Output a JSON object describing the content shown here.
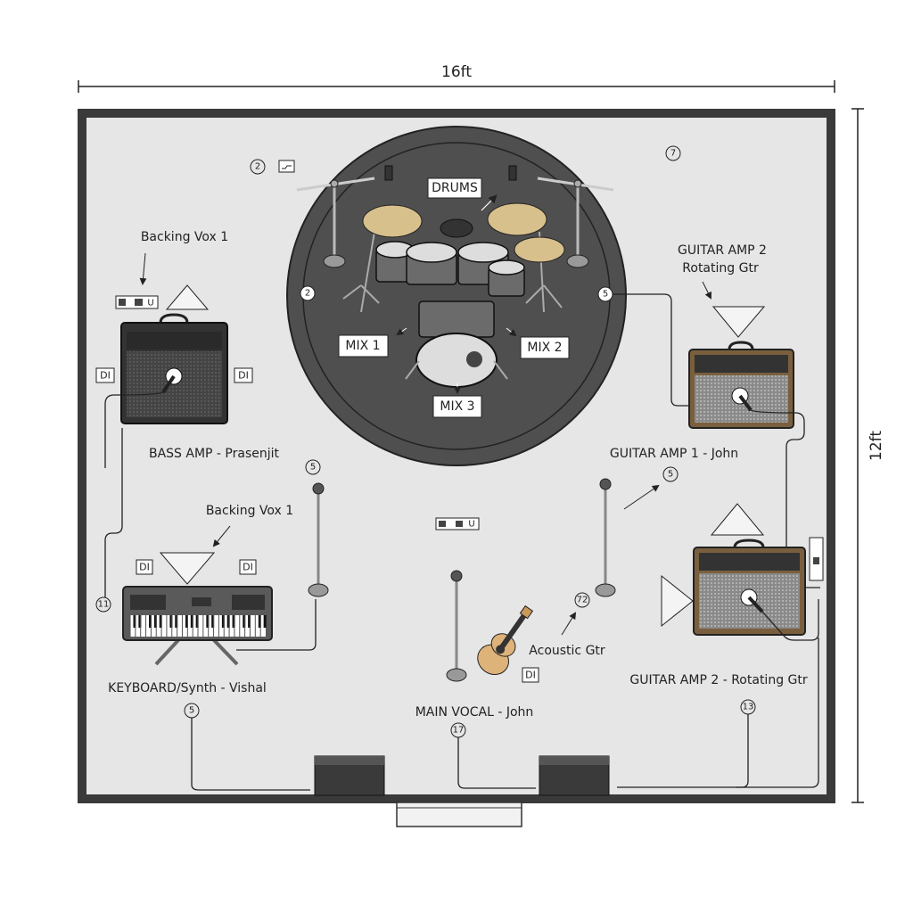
{
  "dimensions": {
    "width_label": "16ft",
    "depth_label": "12ft"
  },
  "drum_riser": {
    "label": "DRUMS",
    "mixes": [
      "MIX 1",
      "MIX 2",
      "MIX 3"
    ],
    "channel_left": "2",
    "channel_right": "5"
  },
  "top_left": {
    "channel": "2"
  },
  "top_right": {
    "channel": "7"
  },
  "bass": {
    "backing_label": "Backing Vox 1",
    "label": "BASS AMP - Prasenjit",
    "di_left": "DI",
    "di_right": "DI",
    "patch": "U"
  },
  "keyboard": {
    "backing_label": "Backing Vox 1",
    "label": "KEYBOARD/Synth - Vishal",
    "di_left": "DI",
    "di_right": "DI",
    "channel_left": "11",
    "channel_bottom": "5",
    "mic_channel": "5"
  },
  "center": {
    "patch": "U",
    "main_vocal_label": "MAIN VOCAL - John",
    "main_vocal_channel": "17",
    "acoustic_label": "Acoustic Gtr",
    "acoustic_channel": "72",
    "acoustic_di": "DI"
  },
  "guitar_amp_upper": {
    "label_line1": "GUITAR AMP 2",
    "label_line2": "Rotating Gtr",
    "label": "GUITAR AMP 1 - John",
    "channel": "5"
  },
  "guitar_amp_lower": {
    "label": "GUITAR AMP 2 - Rotating Gtr",
    "channel": "13"
  },
  "colors": {
    "stage": "#e6e6e6",
    "border": "#3a3a3a",
    "riser": "#4f4f4f",
    "tolex": "#7a5f3e",
    "cymbal": "#d8c08c",
    "guitar": "#deb37a"
  }
}
